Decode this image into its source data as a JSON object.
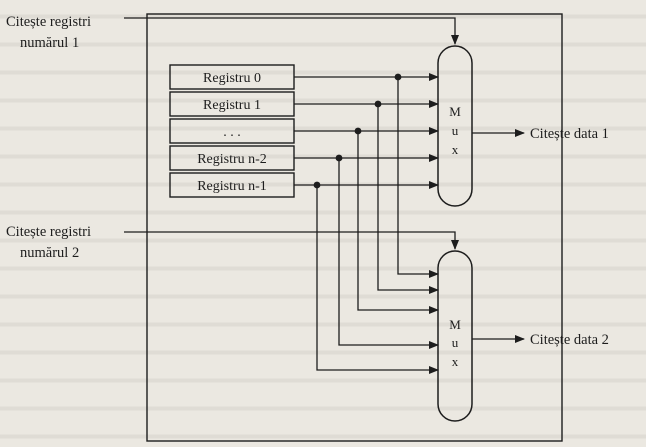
{
  "inputs": {
    "read_register_1": [
      "Citește registri",
      "numărul 1"
    ],
    "read_register_2": [
      "Citește registri",
      "numărul 2"
    ]
  },
  "registers": [
    "Registru 0",
    "Registru 1",
    ". . .",
    "Registru n-2",
    "Registru n-1"
  ],
  "mux": {
    "top": [
      "M",
      "u",
      "x"
    ],
    "bottom": [
      "M",
      "u",
      "x"
    ]
  },
  "outputs": {
    "read_data_1": "Citește data 1",
    "read_data_2": "Citește data 2"
  }
}
